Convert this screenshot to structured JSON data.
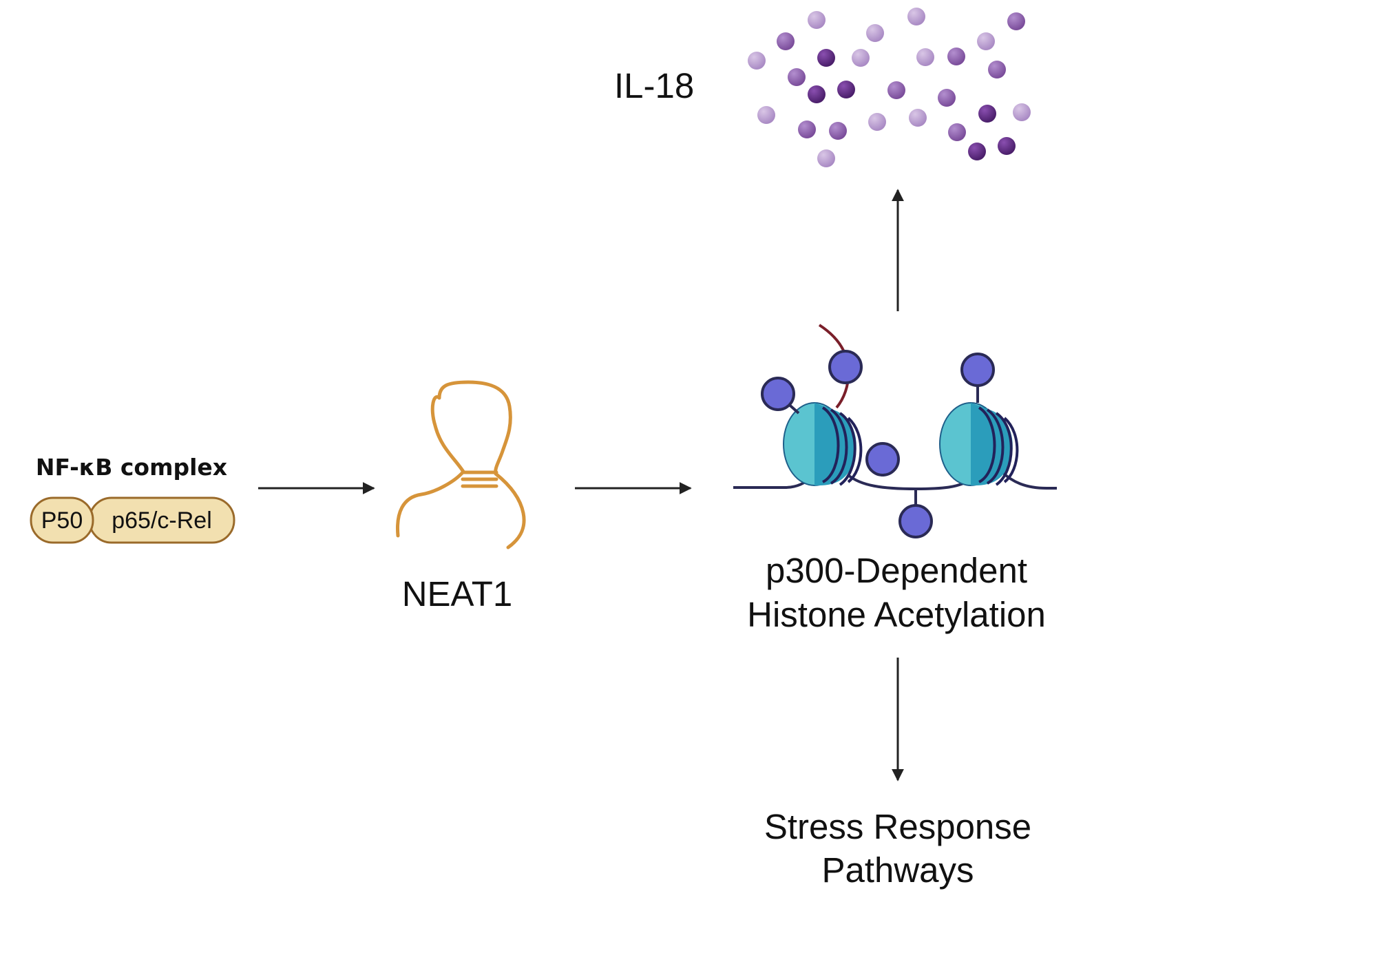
{
  "labels": {
    "il18": "IL-18",
    "nfkb_title": "NF-κB complex",
    "p50": "P50",
    "p65": "p65/c-Rel",
    "neat1": "NEAT1",
    "acetylation_line1": "p300-Dependent",
    "acetylation_line2": "Histone Acetylation",
    "stress_line1": "Stress Response",
    "stress_line2": "Pathways"
  },
  "colors": {
    "text": "#111111",
    "arrow": "#222222",
    "pill_fill": "#f2e0b0",
    "pill_stroke": "#9a6a2a",
    "rna": "#d6943a",
    "dna": "#2a2a55",
    "histone_light": "#5bc4d0",
    "histone_dark": "#2b9dbb",
    "histone_edge": "#1e5f8a",
    "acetyl_fill": "#6a6ad6",
    "acetyl_stroke": "#2a2a55",
    "tail": "#7a1f2a",
    "il18_light": "#b89bcf",
    "il18_mid": "#8a5ca8",
    "il18_dark": "#5a2a7a"
  },
  "icons": {
    "nfkb": "nfkb-complex-icon",
    "rna": "rna-hairpin-icon",
    "nucleosome": "nucleosome-icon",
    "cytokine": "cytokine-particles-icon"
  }
}
